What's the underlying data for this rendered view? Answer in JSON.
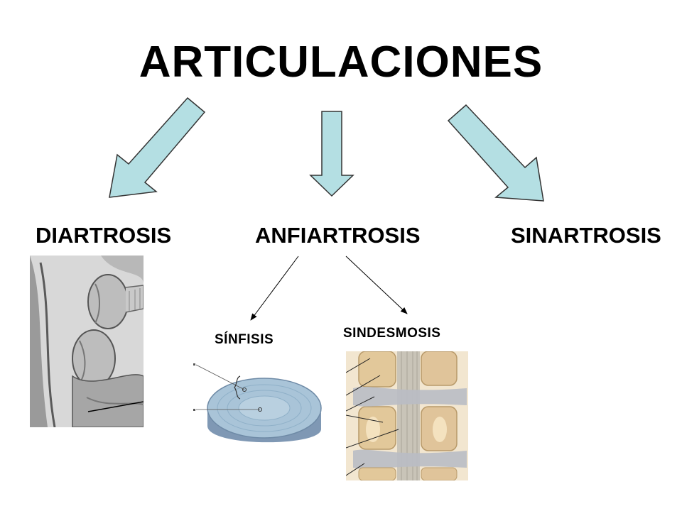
{
  "title": "ARTICULACIONES",
  "categories": {
    "diartrosis": "DIARTROSIS",
    "anfiartrosis": "ANFIARTROSIS",
    "sinartrosis": "SINARTROSIS"
  },
  "subtypes": {
    "sinfisis": "SÍNFISIS",
    "sindesmosis": "SINDESMOSIS"
  },
  "colors": {
    "arrow_fill": "#b4dfe3",
    "arrow_stroke": "#333333"
  }
}
